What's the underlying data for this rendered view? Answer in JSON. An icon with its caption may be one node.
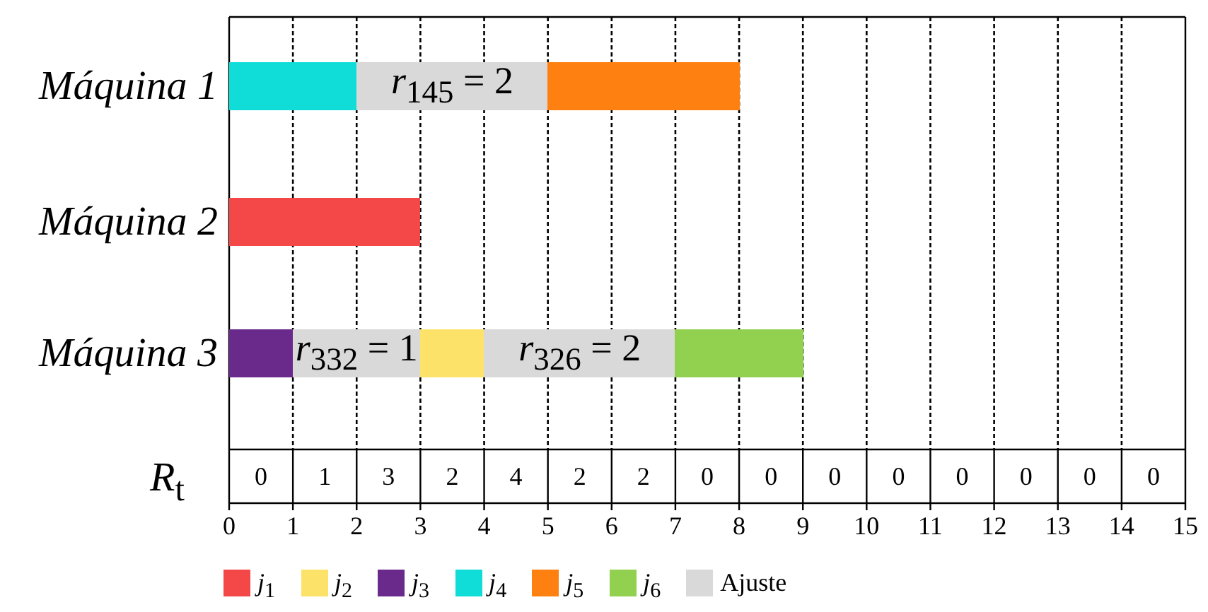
{
  "diagram": {
    "nodes": [
      {
        "text": [],
        "shape": "bar"
      },
      {
        "text": [
          "*r*$_{145}$ = 2"
        ]
      },
      {
        "text": [],
        "shape": "bar"
      },
      {
        "text": [],
        "shape": "bar"
      },
      {
        "text": [],
        "shape": "bar"
      },
      {
        "text": [
          "*r*$_{332}$ = 1"
        ]
      },
      {
        "text": [],
        "shape": "bar"
      },
      {
        "text": [
          "*r*$_{326}$ = 2"
        ]
      },
      {
        "text": [],
        "shape": "bar"
      }
    ],
    "edges": [],
    "labels": [
      "Máquina 1",
      "Máquina 2",
      "Máquina 3",
      "*R*$_{t}$",
      "0",
      "1",
      "3",
      "2",
      "4",
      "2",
      "2",
      "0",
      "0",
      "0",
      "0",
      "0",
      "0",
      "0",
      "0",
      "0",
      "1",
      "2",
      "3",
      "4",
      "5",
      "6",
      "7",
      "8",
      "9",
      "10",
      "11",
      "12",
      "13",
      "14",
      "15"
    ],
    "legend": [
      {
        "text": "*j*$_{1}$",
        "color": "#f44848"
      },
      {
        "text": "*j*$_{2}$",
        "color": "#fde26a"
      },
      {
        "text": "*j*$_{3}$",
        "color": "#6a2a8c"
      },
      {
        "text": "*j*$_{4}$",
        "color": "#10dcd8"
      },
      {
        "text": "*j*$_{5}$",
        "color": "#fe8010"
      },
      {
        "text": "*j*$_{6}$",
        "color": "#92d050"
      },
      {
        "text": "Ajuste",
        "color": "#d9d9d9"
      }
    ]
  }
}
